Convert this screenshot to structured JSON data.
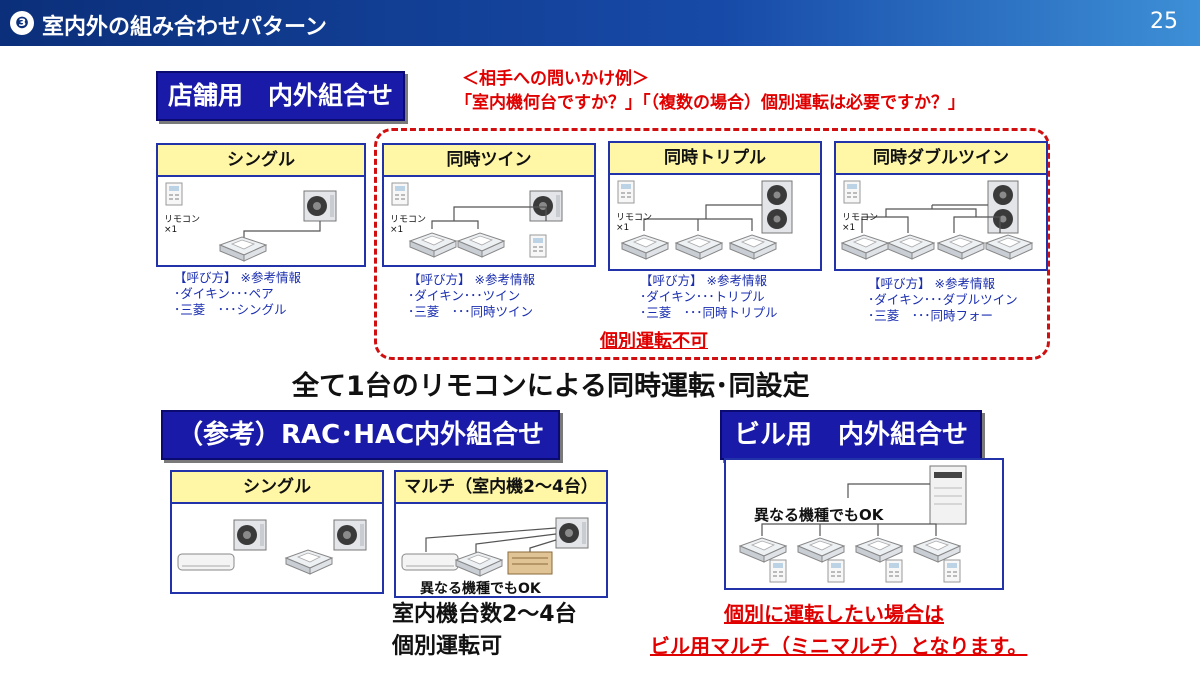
{
  "header": {
    "number": "❸",
    "title": "室内外の組み合わせパターン",
    "page": "25"
  },
  "store": {
    "title": "店舗用　内外組合せ",
    "question_heading": "＜相手への問いかけ例＞",
    "question": "「室内機何台ですか？」「（複数の場合）個別運転は必要ですか？」",
    "cards": [
      {
        "label": "シングル",
        "remote": "リモコン",
        "count": "×1",
        "info": [
          "【呼び方】 ※参考情報",
          "･ダイキン･･･ペア",
          "･三菱　･･･シングル"
        ]
      },
      {
        "label": "同時ツイン",
        "remote": "リモコン",
        "count": "×1",
        "info": [
          "【呼び方】 ※参考情報",
          "･ダイキン･･･ツイン",
          "･三菱　･･･同時ツイン"
        ]
      },
      {
        "label": "同時トリプル",
        "remote": "リモコン",
        "count": "×1",
        "info": [
          "【呼び方】 ※参考情報",
          "･ダイキン･･･トリプル",
          "･三菱　･･･同時トリプル"
        ]
      },
      {
        "label": "同時ダブルツイン",
        "remote": "リモコン",
        "count": "×1",
        "info": [
          "【呼び方】 ※参考情報",
          "･ダイキン･･･ダブルツイン",
          "･三菱　･･･同時フォー"
        ]
      }
    ],
    "no_individual": "個別運転不可",
    "summary": "全て1台のリモコンによる同時運転･同設定"
  },
  "rac": {
    "title": "（参考）RAC･HAC内外組合せ",
    "single_label": "シングル",
    "multi_label": "マルチ（室内機2～4台）",
    "multi_ok": "異なる機種でもOK",
    "multi_note1": "室内機台数2～4台",
    "multi_note2": "個別運転可"
  },
  "building": {
    "title": "ビル用　内外組合せ",
    "ok": "異なる機種でもOK",
    "note1": "個別に運転したい場合は",
    "note2": "ビル用マルチ（ミニマルチ）となります。"
  },
  "colors": {
    "header": "#0b2f7a",
    "title_box": "#1a1aa8",
    "accent_red": "#e00000",
    "card_caption": "#fff7a6",
    "info_blue": "#1a2eb0"
  }
}
